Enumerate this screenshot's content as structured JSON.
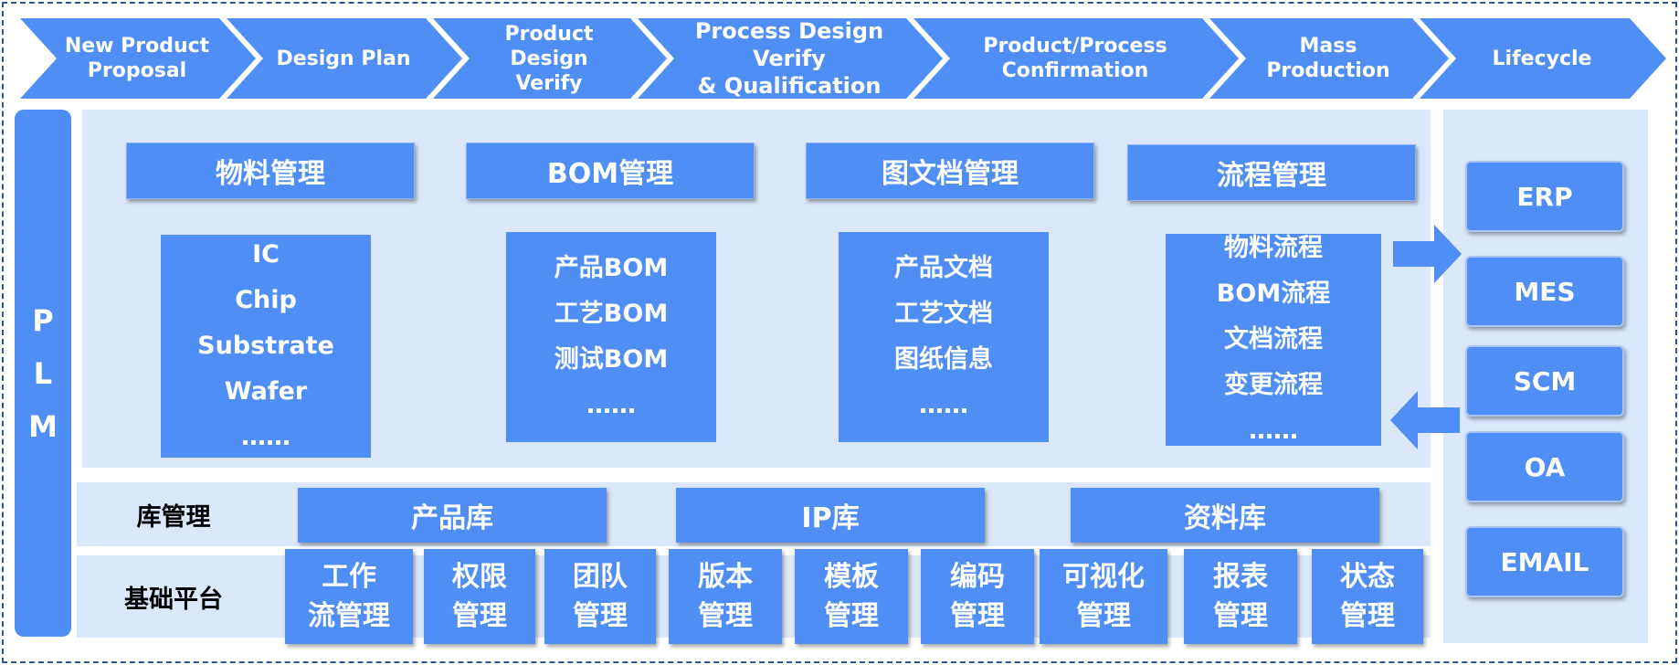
{
  "stages": [
    {
      "label": "New Product\nProposal"
    },
    {
      "label": "Design Plan"
    },
    {
      "label": "Product\nDesign\nVerify"
    },
    {
      "label": "Process Design\nVerify\n& Qualification"
    },
    {
      "label": "Product/Process\nConfirmation"
    },
    {
      "label": "Mass\nProduction"
    },
    {
      "label": "Lifecycle"
    }
  ],
  "plm": {
    "letters": [
      "P",
      "L",
      "M"
    ]
  },
  "modules": [
    {
      "title": "物料管理",
      "items": [
        "IC",
        "Chip",
        "Substrate",
        "Wafer",
        "……"
      ]
    },
    {
      "title": "BOM管理",
      "items": [
        "产品BOM",
        "工艺BOM",
        "测试BOM",
        "……"
      ]
    },
    {
      "title": "图文档管理",
      "items": [
        "产品文档",
        "工艺文档",
        "图纸信息",
        "……"
      ]
    },
    {
      "title": "流程管理",
      "items": [
        "物料流程",
        "BOM流程",
        "文档流程",
        "变更流程",
        "……"
      ]
    }
  ],
  "library": {
    "label": "库管理",
    "items": [
      "产品库",
      "IP库",
      "资料库"
    ]
  },
  "platform": {
    "label": "基础平台",
    "items": [
      "工作\n流管理",
      "权限\n管理",
      "团队\n管理",
      "版本\n管理",
      "模板\n管理",
      "编码\n管理",
      "可视化\n管理",
      "报表\n管理",
      "状态\n管理"
    ]
  },
  "systems": [
    "ERP",
    "MES",
    "SCM",
    "OA",
    "EMAIL"
  ],
  "colors": {
    "primary": "#4f8ef5",
    "panel": "#dbe7fb",
    "border": "#2f5597"
  }
}
